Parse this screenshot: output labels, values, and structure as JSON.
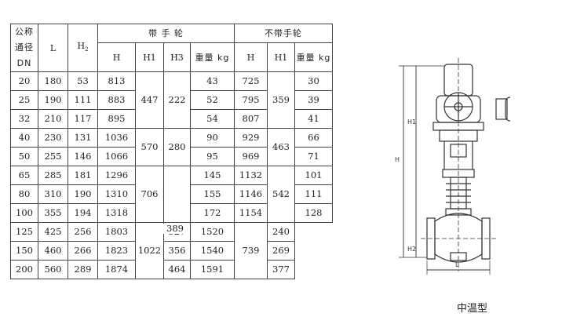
{
  "table": {
    "headers": {
      "dn": [
        "公称",
        "通径",
        "DN"
      ],
      "L": "L",
      "H2_base": "H",
      "H2_sub": "2",
      "with_handwheel": "带 手 轮",
      "without_handwheel": "不带手轮",
      "H": "H",
      "H1": "H1",
      "H3": "H3",
      "weight": "重量 kg"
    },
    "rows": [
      {
        "dn": "20",
        "L": "180",
        "H2": "53",
        "H": "813",
        "weight": "43",
        "H_nw": "725",
        "weight_nw": "30"
      },
      {
        "dn": "25",
        "L": "190",
        "H2": "111",
        "H": "883",
        "weight": "52",
        "H_nw": "795",
        "weight_nw": "39"
      },
      {
        "dn": "32",
        "L": "210",
        "H2": "117",
        "H": "895",
        "weight": "54",
        "H_nw": "807",
        "weight_nw": "41"
      },
      {
        "dn": "40",
        "L": "230",
        "H2": "131",
        "H": "1036",
        "weight": "90",
        "H_nw": "929",
        "weight_nw": "66"
      },
      {
        "dn": "50",
        "L": "255",
        "H2": "146",
        "H": "1066",
        "weight": "95",
        "H_nw": "969",
        "weight_nw": "71"
      },
      {
        "dn": "65",
        "L": "285",
        "H2": "181",
        "H": "1296",
        "weight": "145",
        "H_nw": "1132",
        "weight_nw": "101"
      },
      {
        "dn": "80",
        "L": "310",
        "H2": "190",
        "H": "1310",
        "weight": "155",
        "H_nw": "1146",
        "weight_nw": "111"
      },
      {
        "dn": "100",
        "L": "355",
        "H2": "194",
        "H": "1318",
        "weight": "172",
        "H_nw": "1154",
        "weight_nw": "128"
      },
      {
        "dn": "125",
        "L": "425",
        "H2": "256",
        "H": "1803",
        "weight": "327",
        "H_nw": "1520",
        "weight_nw": "240"
      },
      {
        "dn": "150",
        "L": "460",
        "H2": "266",
        "H": "1823",
        "weight": "356",
        "H_nw": "1540",
        "weight_nw": "269"
      },
      {
        "dn": "200",
        "L": "560",
        "H2": "289",
        "H": "1874",
        "weight": "464",
        "H_nw": "1591",
        "weight_nw": "377"
      }
    ],
    "merged": {
      "H1_a": "447",
      "H3_a": "222",
      "H1_b": "570",
      "H3_b": "280",
      "H1_c": "706",
      "H3_c": "389",
      "H1_d": "1022",
      "H1nw_a": "359",
      "H1nw_b": "463",
      "H1nw_c": "542",
      "H1nw_d": "739"
    }
  },
  "drawing": {
    "labels": {
      "H": "H",
      "H1": "H1",
      "H2": "H2",
      "H3": "H3",
      "L": "L"
    }
  },
  "caption": "中温型"
}
